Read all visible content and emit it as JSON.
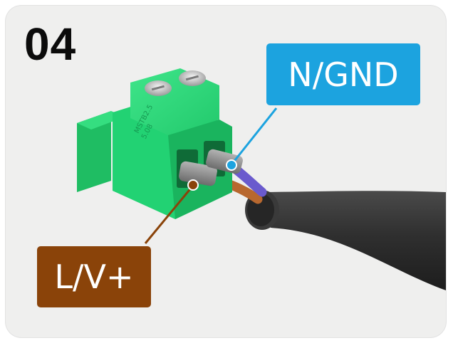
{
  "step_number": "04",
  "labels": {
    "neutral": "N/GND",
    "live": "L/V+"
  },
  "connector_text": {
    "model": "MSTB2.5",
    "pitch": "5.08"
  },
  "colors": {
    "neutral_label": "#1ca3df",
    "live_label": "#8a4309",
    "terminal_block": "#22d273",
    "cable_jacket": "#2b2b2b",
    "neutral_wire": "#6a5acd",
    "live_wire": "#b8682f",
    "ferrule": "#8a8a8a"
  },
  "icons": [
    "terminal-block-icon",
    "cable-icon"
  ]
}
